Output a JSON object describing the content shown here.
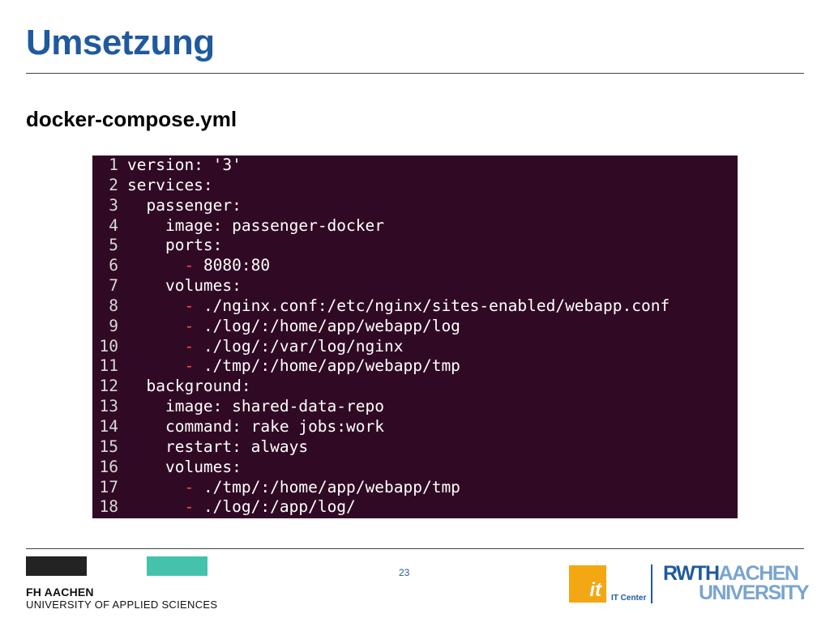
{
  "slide": {
    "title": "Umsetzung",
    "subtitle": "docker-compose.yml",
    "page_number": "23"
  },
  "code": {
    "lines": [
      {
        "n": "1",
        "indent": "",
        "dash": "",
        "key": "version:",
        "value": " '3'"
      },
      {
        "n": "2",
        "indent": "",
        "dash": "",
        "key": "services:",
        "value": ""
      },
      {
        "n": "3",
        "indent": "  ",
        "dash": "",
        "key": "passenger:",
        "value": ""
      },
      {
        "n": "4",
        "indent": "    ",
        "dash": "",
        "key": "image:",
        "value": " passenger-docker"
      },
      {
        "n": "5",
        "indent": "    ",
        "dash": "",
        "key": "ports:",
        "value": ""
      },
      {
        "n": "6",
        "indent": "      ",
        "dash": "-",
        "key": "",
        "value": " 8080:80"
      },
      {
        "n": "7",
        "indent": "    ",
        "dash": "",
        "key": "volumes:",
        "value": ""
      },
      {
        "n": "8",
        "indent": "      ",
        "dash": "-",
        "key": "",
        "value": " ./nginx.conf:/etc/nginx/sites-enabled/webapp.conf"
      },
      {
        "n": "9",
        "indent": "      ",
        "dash": "-",
        "key": "",
        "value": " ./log/:/home/app/webapp/log"
      },
      {
        "n": "10",
        "indent": "      ",
        "dash": "-",
        "key": "",
        "value": " ./log/:/var/log/nginx"
      },
      {
        "n": "11",
        "indent": "      ",
        "dash": "-",
        "key": "",
        "value": " ./tmp/:/home/app/webapp/tmp"
      },
      {
        "n": "12",
        "indent": "  ",
        "dash": "",
        "key": "background:",
        "value": ""
      },
      {
        "n": "13",
        "indent": "    ",
        "dash": "",
        "key": "image:",
        "value": " shared-data-repo"
      },
      {
        "n": "14",
        "indent": "    ",
        "dash": "",
        "key": "command:",
        "value": " rake jobs:work"
      },
      {
        "n": "15",
        "indent": "    ",
        "dash": "",
        "key": "restart:",
        "value": " always"
      },
      {
        "n": "16",
        "indent": "    ",
        "dash": "",
        "key": "volumes:",
        "value": ""
      },
      {
        "n": "17",
        "indent": "      ",
        "dash": "-",
        "key": "",
        "value": " ./tmp/:/home/app/webapp/tmp"
      },
      {
        "n": "18",
        "indent": "      ",
        "dash": "-",
        "key": "",
        "value": " ./log/:/app/log/"
      }
    ]
  },
  "footer": {
    "fh_name": "FH AACHEN",
    "fh_sub": "UNIVERSITY OF APPLIED SCIENCES",
    "itc_mark": "it",
    "itc_label": "IT Center",
    "rwth_strong": "RWTH",
    "rwth_light": "AACHEN",
    "rwth_line2": "UNIVERSITY"
  },
  "colors": {
    "title": "#1f5a9e",
    "code_background": "#300a24",
    "dash": "#ff4a4a",
    "fh_teal": "#45c2ab",
    "itc_orange": "#f3a712"
  }
}
